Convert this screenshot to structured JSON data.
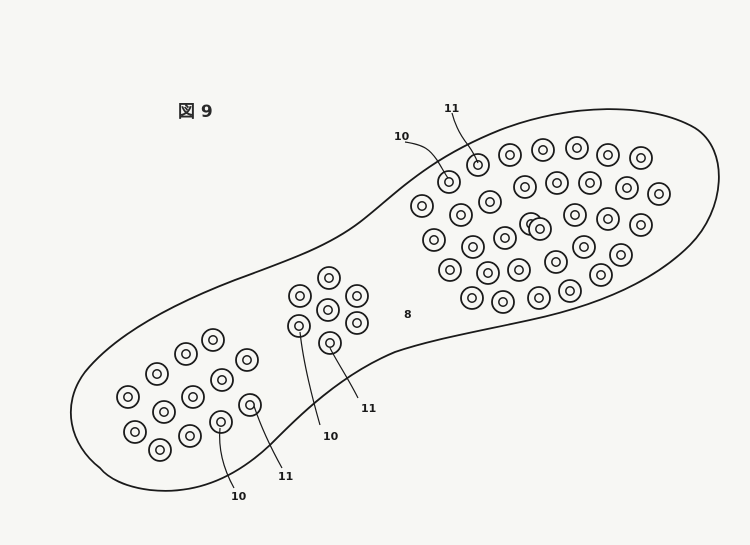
{
  "figure": {
    "label": "図 9",
    "reference_numerals": {
      "sole": "8",
      "stud_upper": "11",
      "stud_lower": "10"
    }
  },
  "colors": {
    "background": "#f7f7f4",
    "line": "#1a1a1a"
  }
}
